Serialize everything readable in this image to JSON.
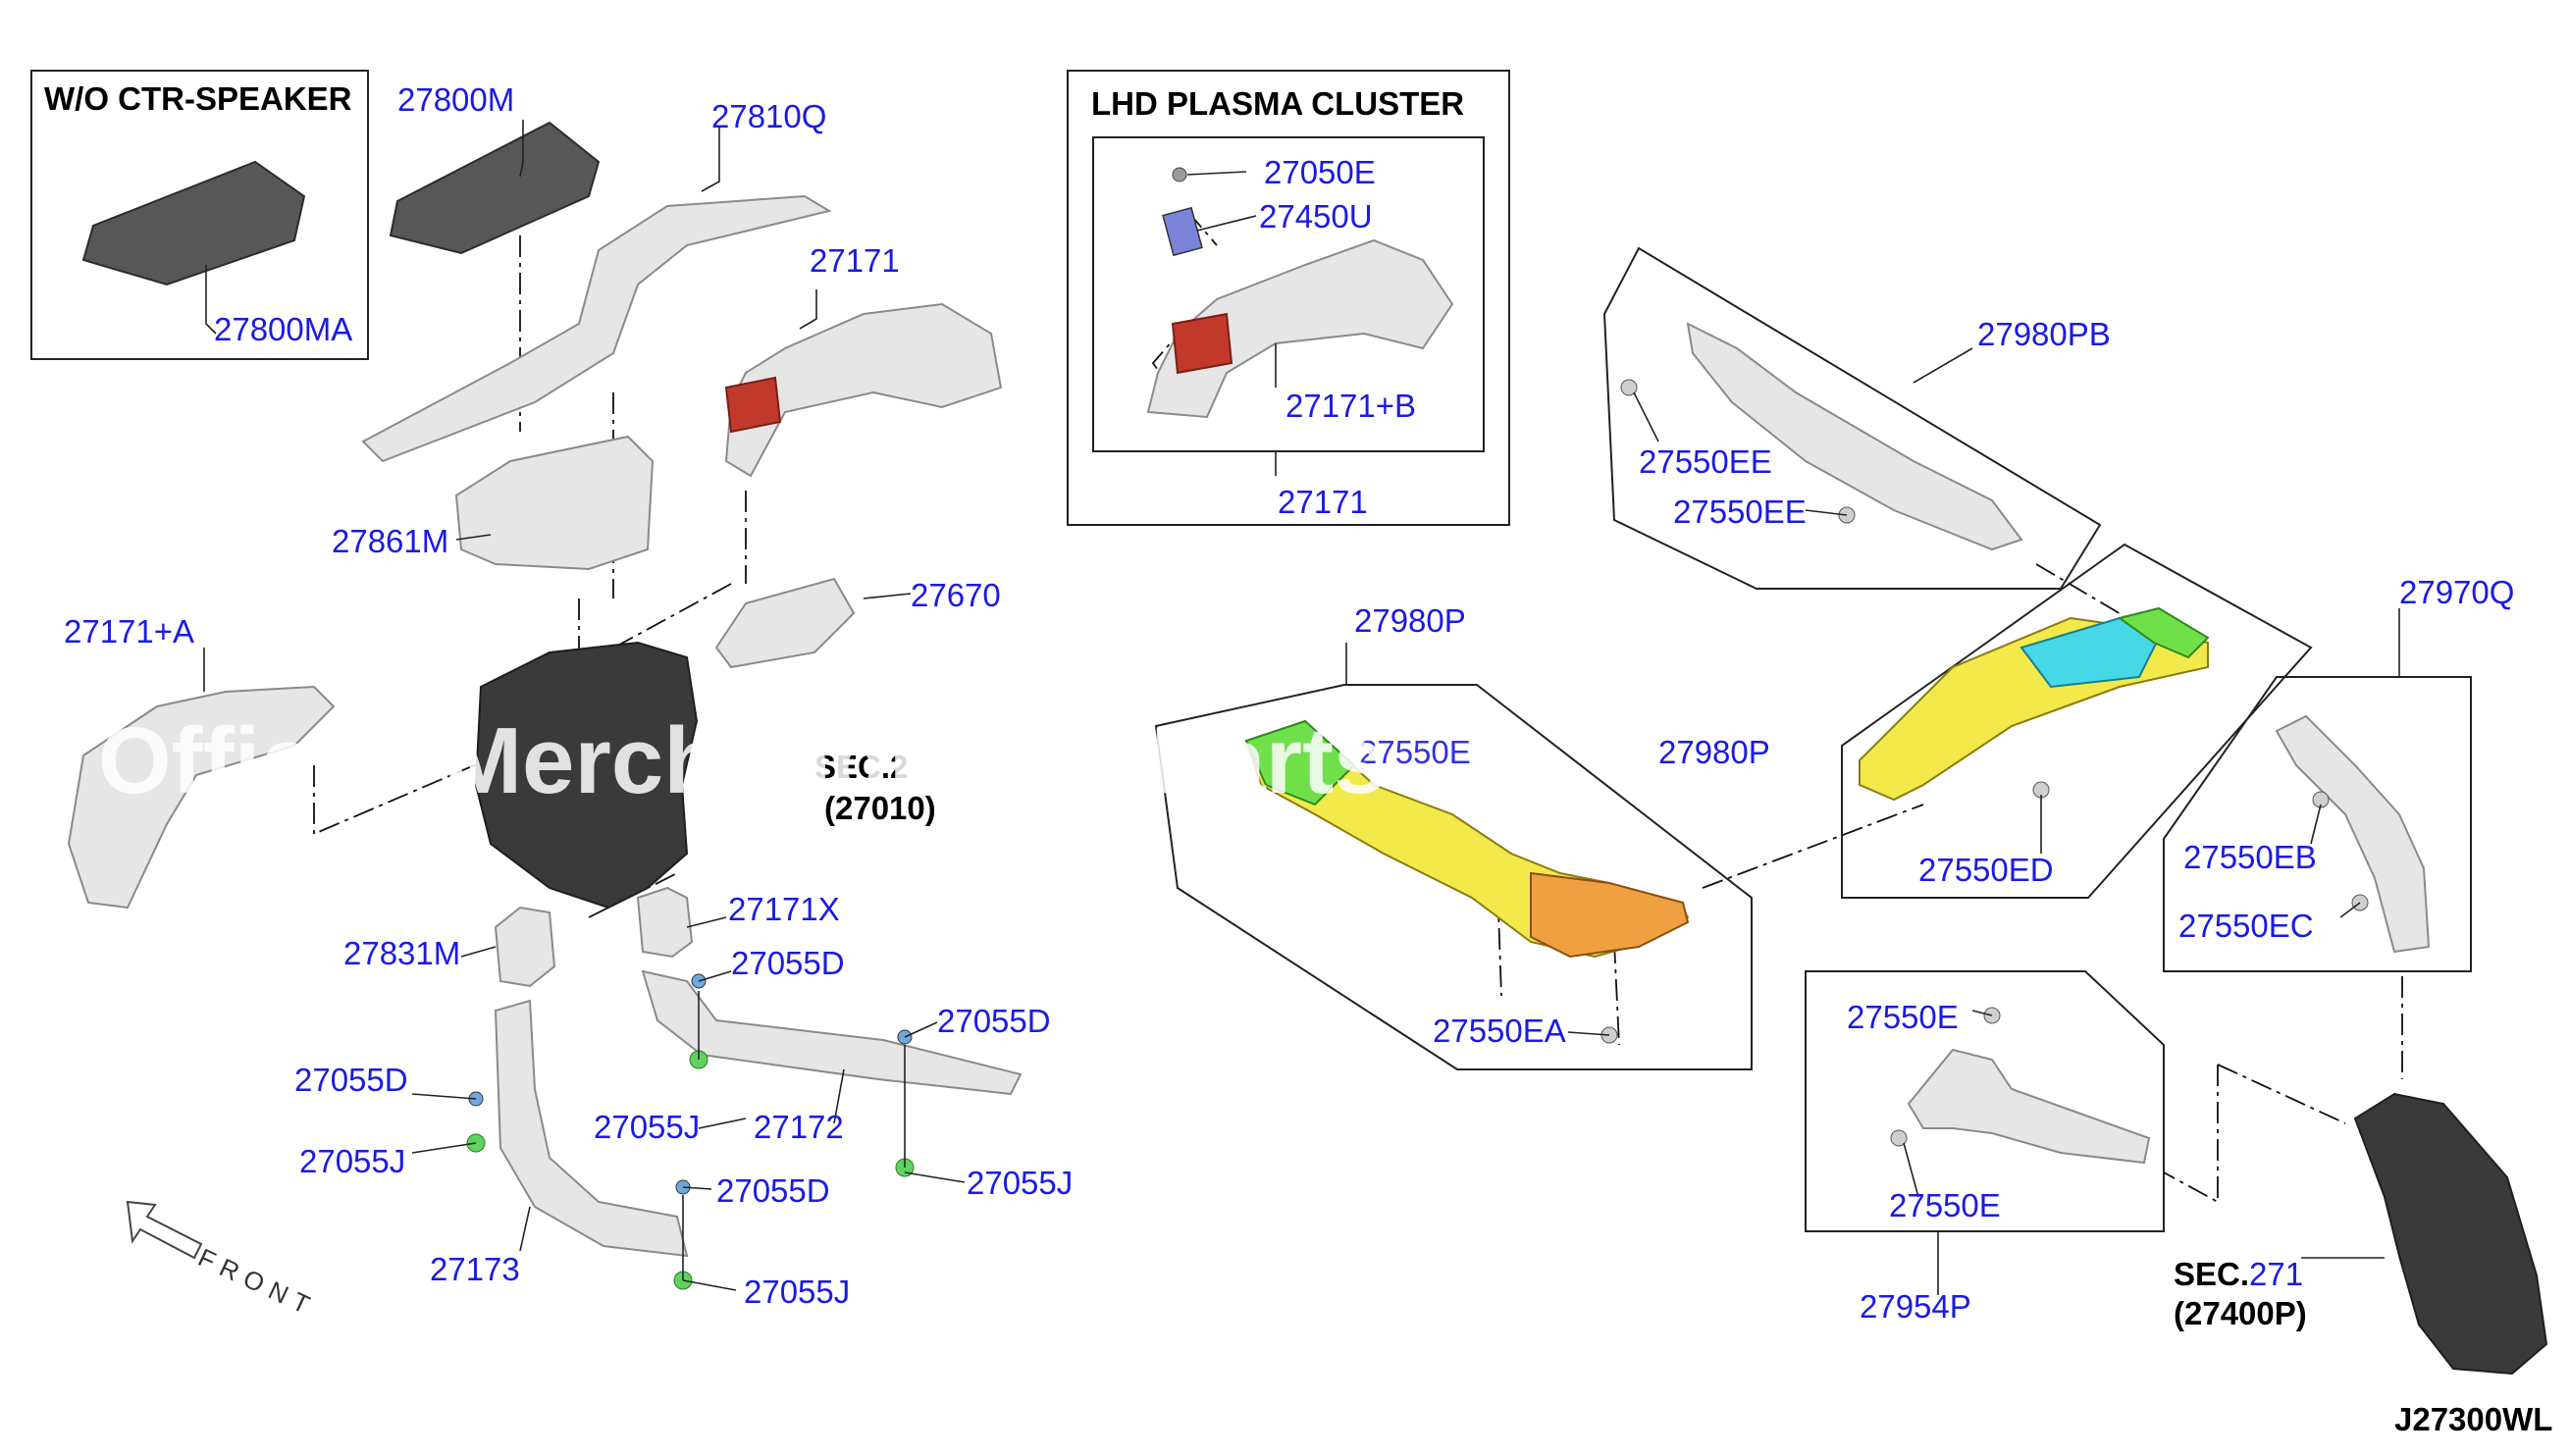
{
  "boxes": {
    "wo_ctr_speaker": "W/O CTR-SPEAKER",
    "lhd_plasma_cluster": "LHD PLASMA CLUSTER"
  },
  "labels": {
    "p27800M": "27800M",
    "p27810Q": "27810Q",
    "p27800MA": "27800MA",
    "p27171_top": "27171",
    "p27861M": "27861M",
    "p27670": "27670",
    "p27171A": "27171+A",
    "p27831M": "27831M",
    "p27171X": "27171X",
    "p27055D_1": "27055D",
    "p27055D_2": "27055D",
    "p27055D_3": "27055D",
    "p27055D_4": "27055D",
    "p27055J_1": "27055J",
    "p27055J_2": "27055J",
    "p27055J_3": "27055J",
    "p27055J_4": "27055J",
    "p27172": "27172",
    "p27173": "27173",
    "p27050E": "27050E",
    "p27450U": "27450U",
    "p27171B": "27171+B",
    "p27171_box": "27171",
    "p27980PB": "27980PB",
    "p27550EE_1": "27550EE",
    "p27550EE_2": "27550EE",
    "p27980P": "27980P",
    "p27550EA": "27550EA",
    "p27550ED": "27550ED",
    "p27970Q": "27970Q",
    "p27550EB": "27550EB",
    "p27550EC": "27550EC",
    "p27550E_1": "27550E",
    "p27550E_2": "27550E",
    "p27954P": "27954P",
    "sec_271_prefix": "SEC.",
    "sec_271_num": "271",
    "sec_271_code": "(27400P)",
    "sec_270_code": "(27010)",
    "diagram_code": "J27300WL"
  },
  "front_label": "FRONT",
  "partial_labels": {
    "sec_270_partial": "SEC.2",
    "p27550_partial": "27550E",
    "p27980_partial": "27980P"
  },
  "watermark": "Official Merchandise ... Parts",
  "colors": {
    "label_blue": "#1a1ae6",
    "yellow_duct": "#f2e94a",
    "green_duct": "#6fe04a",
    "orange_duct": "#f0a040",
    "cyan_duct": "#46d8e6",
    "seal_red": "#c0392b",
    "heater_dark": "#3a3a3a"
  }
}
